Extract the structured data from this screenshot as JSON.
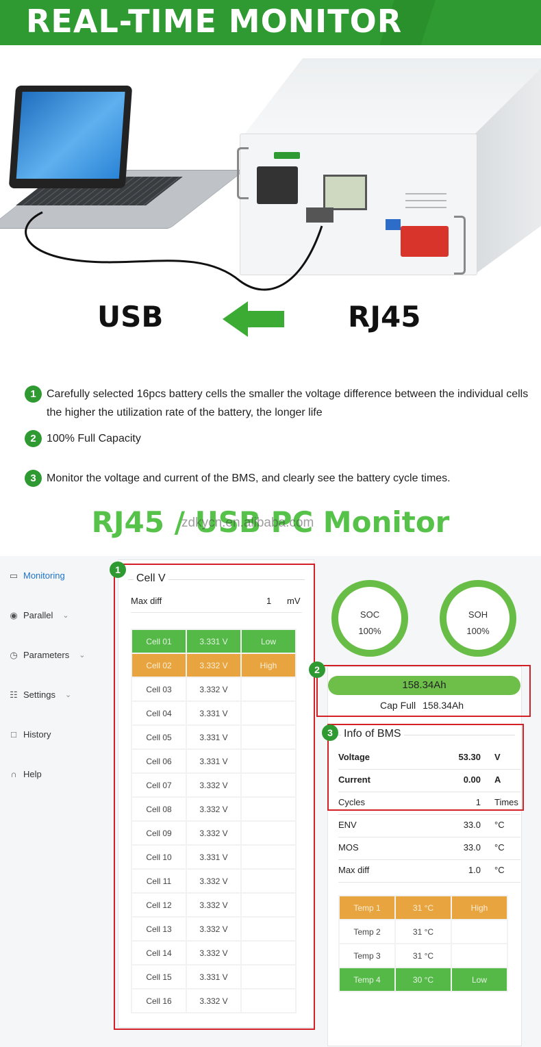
{
  "banner": {
    "title": "REAL-TIME MONITOR"
  },
  "hero": {
    "left_label": "USB",
    "right_label": "RJ45"
  },
  "features": [
    {
      "num": "1",
      "text": "Carefully selected 16pcs battery cells the smaller the voltage difference between the individual cells the higher the utilization rate of the battery, the longer life"
    },
    {
      "num": "2",
      "text": "100% Full Capacity"
    },
    {
      "num": "3",
      "text": "Monitor the voltage and current of the BMS, and clearly see the battery cycle times."
    }
  ],
  "subheading": "RJ45 / USB PC Monitor",
  "watermark": "zdkycn.en.alibaba.com",
  "nav": [
    {
      "label": "Monitoring",
      "icon": "monitor-icon",
      "glyph": "▭",
      "active": true,
      "chevron": ""
    },
    {
      "label": "Parallel",
      "icon": "eye-icon",
      "glyph": "◉",
      "active": false,
      "chevron": "⌄"
    },
    {
      "label": "Parameters",
      "icon": "gauge-icon",
      "glyph": "◷",
      "active": false,
      "chevron": "⌄"
    },
    {
      "label": "Settings",
      "icon": "settings-list-icon",
      "glyph": "☷",
      "active": false,
      "chevron": "⌄"
    },
    {
      "label": "History",
      "icon": "folder-icon",
      "glyph": "□",
      "active": false,
      "chevron": ""
    },
    {
      "label": "Help",
      "icon": "headset-icon",
      "glyph": "∩",
      "active": false,
      "chevron": ""
    }
  ],
  "cell_panel": {
    "title": "Cell V",
    "max_diff_label": "Max diff",
    "max_diff_value": "1",
    "max_diff_unit": "mV",
    "cells": [
      {
        "name": "Cell 01",
        "voltage": "3.331 V",
        "status": "Low"
      },
      {
        "name": "Cell 02",
        "voltage": "3.332 V",
        "status": "High"
      },
      {
        "name": "Cell 03",
        "voltage": "3.332 V",
        "status": ""
      },
      {
        "name": "Cell 04",
        "voltage": "3.331 V",
        "status": ""
      },
      {
        "name": "Cell 05",
        "voltage": "3.331 V",
        "status": ""
      },
      {
        "name": "Cell 06",
        "voltage": "3.331 V",
        "status": ""
      },
      {
        "name": "Cell 07",
        "voltage": "3.332 V",
        "status": ""
      },
      {
        "name": "Cell 08",
        "voltage": "3.332 V",
        "status": ""
      },
      {
        "name": "Cell 09",
        "voltage": "3.332 V",
        "status": ""
      },
      {
        "name": "Cell 10",
        "voltage": "3.331 V",
        "status": ""
      },
      {
        "name": "Cell 11",
        "voltage": "3.332 V",
        "status": ""
      },
      {
        "name": "Cell 12",
        "voltage": "3.332 V",
        "status": ""
      },
      {
        "name": "Cell 13",
        "voltage": "3.332 V",
        "status": ""
      },
      {
        "name": "Cell 14",
        "voltage": "3.332 V",
        "status": ""
      },
      {
        "name": "Cell 15",
        "voltage": "3.331 V",
        "status": ""
      },
      {
        "name": "Cell 16",
        "voltage": "3.332 V",
        "status": ""
      }
    ]
  },
  "soc": {
    "label": "SOC",
    "value": "100%"
  },
  "soh": {
    "label": "SOH",
    "value": "100%"
  },
  "capacity": {
    "bar_value": "158.34Ah",
    "full_label": "Cap Full",
    "full_value": "158.34Ah",
    "fill_fraction": 1.0
  },
  "bms": {
    "title": "Info of BMS",
    "rows": [
      {
        "key": "Voltage",
        "value": "53.30",
        "unit": "V",
        "bold": true
      },
      {
        "key": "Current",
        "value": "0.00",
        "unit": "A",
        "bold": true
      },
      {
        "key": "Cycles",
        "value": "1",
        "unit": "Times",
        "bold": false
      },
      {
        "key": "ENV",
        "value": "33.0",
        "unit": "°C",
        "bold": false
      },
      {
        "key": "MOS",
        "value": "33.0",
        "unit": "°C",
        "bold": false
      },
      {
        "key": "Max diff",
        "value": "1.0",
        "unit": "°C",
        "bold": false
      }
    ]
  },
  "temps": [
    {
      "name": "Temp 1",
      "value": "31 °C",
      "status": "High"
    },
    {
      "name": "Temp 2",
      "value": "31 °C",
      "status": ""
    },
    {
      "name": "Temp 3",
      "value": "31 °C",
      "status": ""
    },
    {
      "name": "Temp 4",
      "value": "30 °C",
      "status": "Low"
    }
  ],
  "callouts": [
    "1",
    "2",
    "3"
  ],
  "colors": {
    "brand_green": "#2f9a31",
    "status_low": "#55b948",
    "status_high": "#e8a43e",
    "highlight_red": "#d32027",
    "accent_blue": "#1e73c8"
  }
}
